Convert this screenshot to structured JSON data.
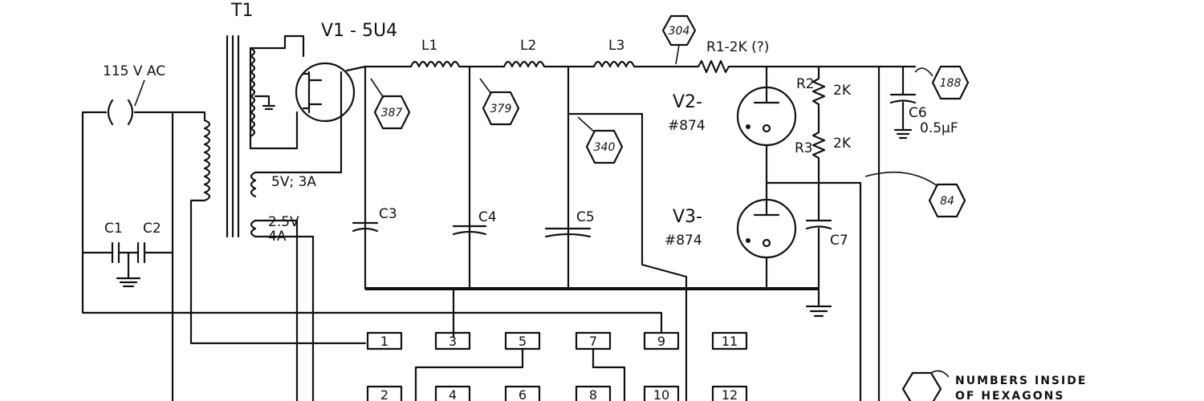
{
  "diagram": {
    "title_transformer": "T1",
    "input_label": "115 V AC",
    "rectifier_label": "V1 - 5U4",
    "inductors": [
      "L1",
      "L2",
      "L3"
    ],
    "resistor_r1": "R1-2K (?)",
    "filament_5v": "5V; 3A",
    "filament_25v_a": "2.5V",
    "filament_25v_b": "4A",
    "capacitors": {
      "c1": "C1",
      "c2": "C2",
      "c3": "C3",
      "c4": "C4",
      "c5": "C5",
      "c6": "C6",
      "c6_value": "0.5µF",
      "c7": "C7"
    },
    "tubes": {
      "v2_name": "V2-",
      "v2_type": "#874",
      "v3_name": "V3-",
      "v3_type": "#874"
    },
    "resistors": {
      "r2": "R2",
      "r2_value": "2K",
      "r3": "R3",
      "r3_value": "2K"
    },
    "hexagons": [
      "304",
      "387",
      "379",
      "340",
      "188",
      "84"
    ],
    "terminals_top": [
      "1",
      "3",
      "5",
      "7",
      "9",
      "11"
    ],
    "terminals_bottom": [
      "2",
      "4",
      "6",
      "8",
      "10",
      "12"
    ],
    "legend_line1": "NUMBERS INSIDE",
    "legend_line2": "OF HEXAGONS"
  },
  "colors": {
    "ink": "#111111",
    "paper": "#ffffff"
  }
}
